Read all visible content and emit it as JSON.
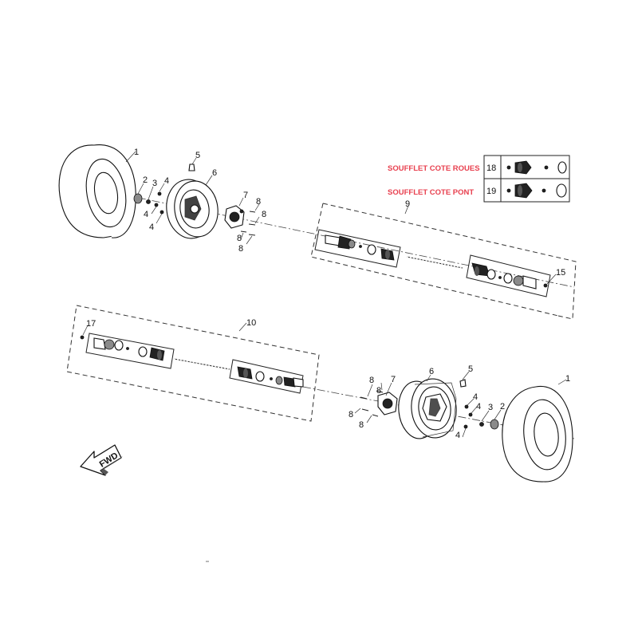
{
  "colors": {
    "legend_text": "#e8404f",
    "line": "#222222"
  },
  "legend": {
    "rows": [
      {
        "label": "SOUFFLET COTE ROUES",
        "number": "18"
      },
      {
        "label": "SOUFFLET COTE PONT",
        "number": "19"
      }
    ]
  },
  "callouts": {
    "tire_front": "1",
    "nut_front": "2",
    "washer_front": "3",
    "stud_a_front": "4",
    "stud_b_front": "4",
    "stud_c_front": "4",
    "valve_front": "5",
    "rim_front": "6",
    "hub_front": "7",
    "bolt_a_front": "8",
    "bolt_b_front": "8",
    "bolt_c_front": "8",
    "bolt_d_front": "8",
    "driveshaft_front": "9",
    "pin_front": "15",
    "driveshaft_rear": "10",
    "pin_rear": "17",
    "tire_rear": "1",
    "nut_rear": "2",
    "washer_rear": "3",
    "stud_a_rear": "4",
    "stud_b_rear": "4",
    "stud_c_rear": "4",
    "valve_rear": "5",
    "rim_rear": "6",
    "hub_rear": "7",
    "bolt_a_rear": "8",
    "bolt_b_rear": "8",
    "bolt_c_rear": "8",
    "bolt_d_rear": "8"
  },
  "fwd_arrow": {
    "label": "FWD"
  }
}
